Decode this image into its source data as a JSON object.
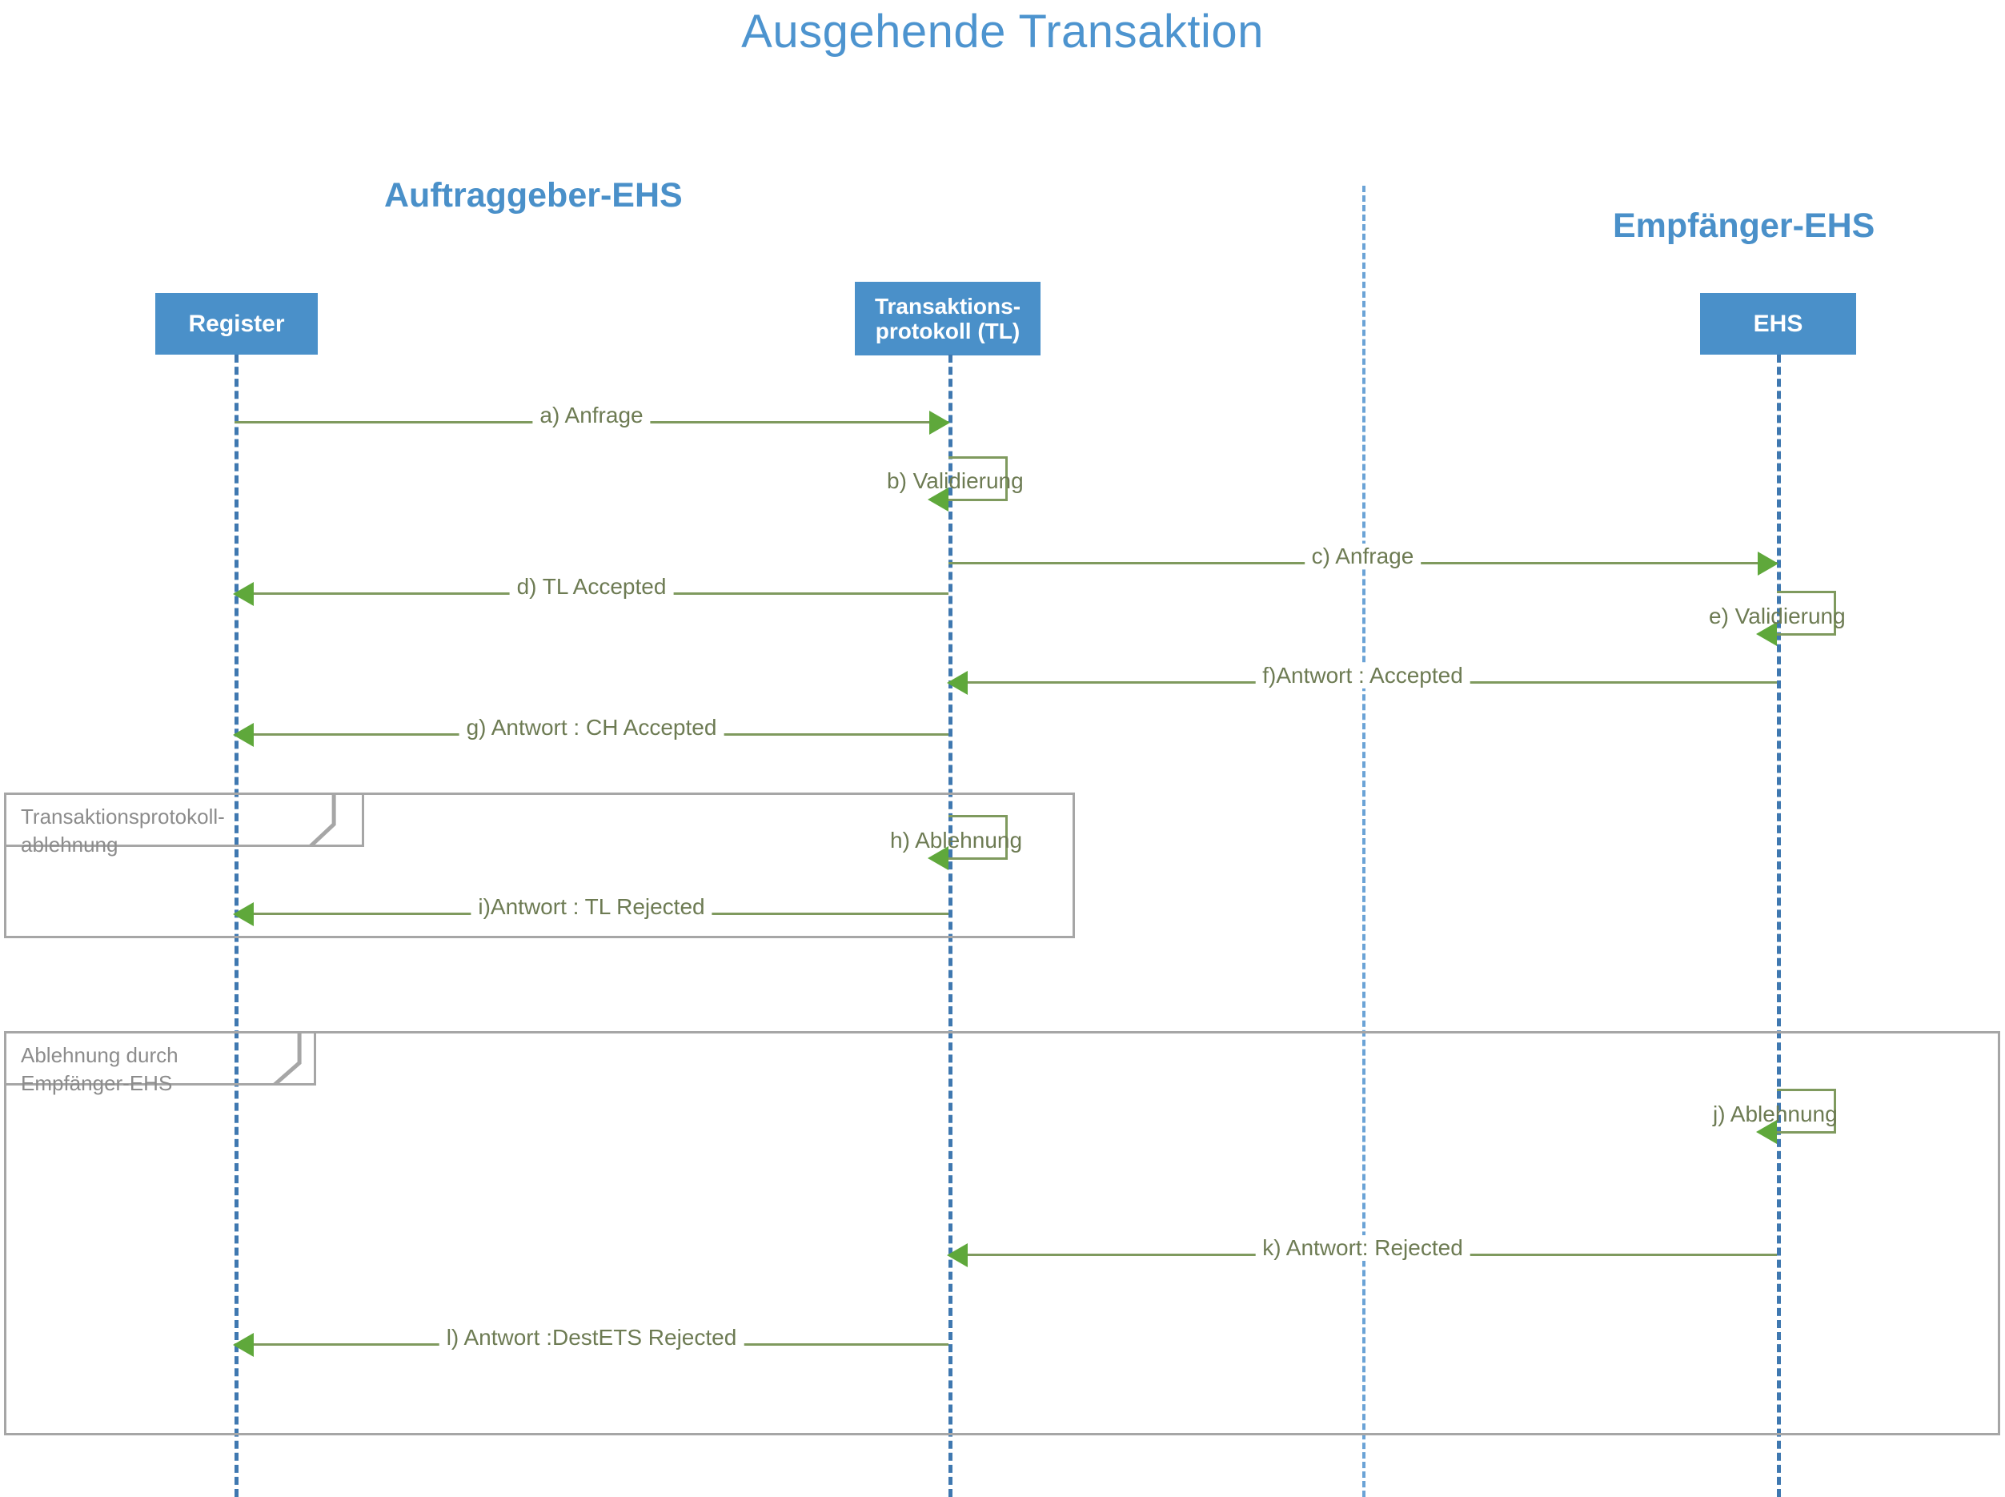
{
  "title": "Ausgehende Transaktion",
  "groups": [
    {
      "id": "auftraggeber",
      "label": "Auftraggeber-EHS"
    },
    {
      "id": "empfaenger",
      "label": "Empfänger-EHS"
    }
  ],
  "participants": [
    {
      "id": "register",
      "label": "Register"
    },
    {
      "id": "tl",
      "label": "Transaktions-\nprotokoll (TL)"
    },
    {
      "id": "ehs",
      "label": "EHS"
    }
  ],
  "messages": [
    {
      "id": "a",
      "label": "a) Anfrage",
      "from": "register",
      "to": "tl",
      "direction": "right",
      "kind": "call"
    },
    {
      "id": "b",
      "label": "b) Validierung",
      "on": "tl",
      "kind": "self"
    },
    {
      "id": "c",
      "label": "c) Anfrage",
      "from": "tl",
      "to": "ehs",
      "direction": "right",
      "kind": "call"
    },
    {
      "id": "d",
      "label": "d) TL Accepted",
      "from": "tl",
      "to": "register",
      "direction": "left",
      "kind": "reply"
    },
    {
      "id": "e",
      "label": "e) Validierung",
      "on": "ehs",
      "kind": "self"
    },
    {
      "id": "f",
      "label": "f)Antwort : Accepted",
      "from": "ehs",
      "to": "tl",
      "direction": "left",
      "kind": "reply"
    },
    {
      "id": "g",
      "label": "g) Antwort : CH Accepted",
      "from": "tl",
      "to": "register",
      "direction": "left",
      "kind": "reply"
    },
    {
      "id": "h",
      "label": "h) Ablehnung",
      "on": "tl",
      "kind": "self"
    },
    {
      "id": "i",
      "label": "i)Antwort : TL Rejected",
      "from": "tl",
      "to": "register",
      "direction": "left",
      "kind": "reply"
    },
    {
      "id": "j",
      "label": "j) Ablehnung",
      "on": "ehs",
      "kind": "self"
    },
    {
      "id": "k",
      "label": "k) Antwort: Rejected",
      "from": "ehs",
      "to": "tl",
      "direction": "left",
      "kind": "reply"
    },
    {
      "id": "l",
      "label": "l) Antwort :DestETS Rejected",
      "from": "tl",
      "to": "register",
      "direction": "left",
      "kind": "reply"
    }
  ],
  "fragments": [
    {
      "id": "fragment-tl-rejection",
      "label": "Transaktionsprotokoll-\nablehnung"
    },
    {
      "id": "fragment-receiver-rejection",
      "label": "Ablehnung durch\nEmpfänger-EHS"
    }
  ],
  "colors": {
    "title": "#4d94cf",
    "participant_fill": "#4a90c9",
    "group_heading": "#4a90c9",
    "lifeline": "#3f78b0",
    "message_line": "#7f9a5e",
    "arrowhead": "#5fa83b",
    "message_label": "#6d7b53",
    "fragment_border": "#a6a6a6",
    "fragment_label": "#8c8c8c",
    "background": "#ffffff"
  }
}
